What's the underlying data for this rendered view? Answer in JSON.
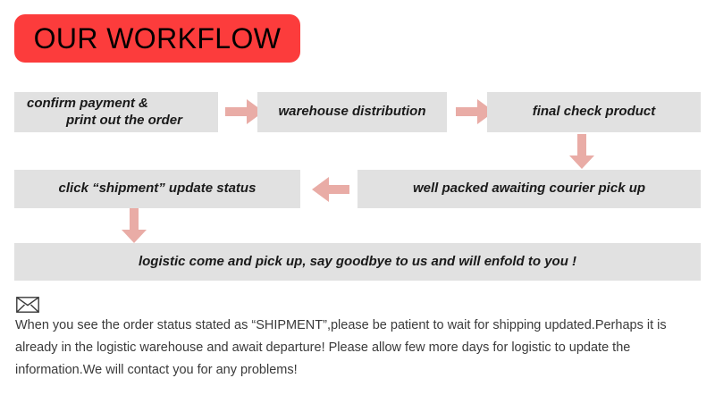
{
  "header": {
    "title": "OUR WORKFLOW",
    "banner_color": "#fc3c3c",
    "title_color": "#000000"
  },
  "theme": {
    "box_fill": "#e1e1e1",
    "arrow_color": "#e9aca6",
    "text_color": "#1a1a1a",
    "footer_text_color": "#3a3a3a"
  },
  "flow": {
    "row1": [
      {
        "id": "step-1",
        "line1": "confirm payment &",
        "line2": "print out the order"
      },
      {
        "id": "step-2",
        "label": "warehouse distribution"
      },
      {
        "id": "step-3",
        "label": "final check product"
      }
    ],
    "row2": [
      {
        "id": "step-5",
        "label": "click “shipment” update status"
      },
      {
        "id": "step-4",
        "label": "well packed awaiting courier pick up"
      }
    ],
    "row3": [
      {
        "id": "step-6",
        "label": "logistic come and pick up,   say goodbye to us and will enfold to you !"
      }
    ],
    "arrows": [
      {
        "id": "arrow-1-2",
        "direction": "right"
      },
      {
        "id": "arrow-2-3",
        "direction": "right"
      },
      {
        "id": "arrow-3-4",
        "direction": "down"
      },
      {
        "id": "arrow-4-5",
        "direction": "left"
      },
      {
        "id": "arrow-5-6",
        "direction": "down"
      }
    ]
  },
  "footer": {
    "icon": "envelope-icon",
    "lines": [
      "When you see the order status stated as “SHIPMENT”,please be patient to wait for shipping updated.Perhaps it is",
      "already in the logistic warehouse and await departure! Please allow few more days for logistic to update the",
      "information.We will contact you for any problems!"
    ]
  }
}
